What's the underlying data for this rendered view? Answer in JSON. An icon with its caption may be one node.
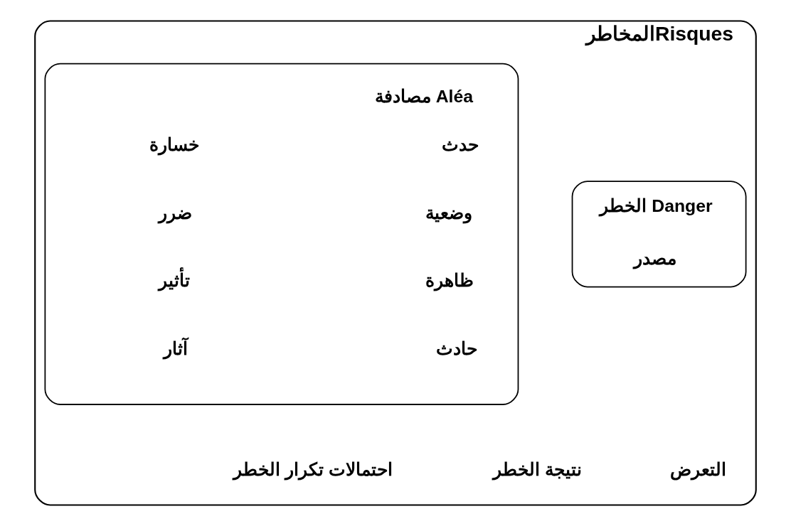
{
  "diagram": {
    "nodes": [
      {
        "text": [
          "المخاطرRisques"
        ]
      },
      {
        "text": [
          "الخطر Danger",
          "مصدر"
        ],
        "in": 0
      },
      {
        "text": [
          "مصادفة Aléa",
          "حدث",
          "خسارة",
          "وضعية",
          "ضرر",
          "ظاهرة",
          "تأثير",
          "حادث",
          "آثار"
        ],
        "in": 0
      }
    ],
    "edges": [],
    "labels": [
      "احتمالات تكرار الخطر",
      "نتيجة الخطر",
      "التعرض"
    ]
  }
}
